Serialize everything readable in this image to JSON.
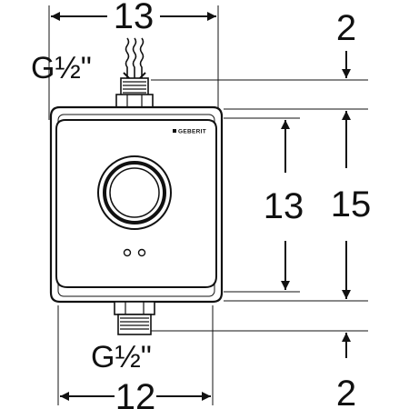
{
  "dimensions": {
    "top_width": "13",
    "bottom_width": "12",
    "right_total_height": "15",
    "inner_height": "13",
    "top_offset": "2",
    "bottom_offset": "2"
  },
  "threads": {
    "inlet": "G½\"",
    "outlet": "G½\""
  },
  "device": {
    "brand": "GEBERIT"
  }
}
